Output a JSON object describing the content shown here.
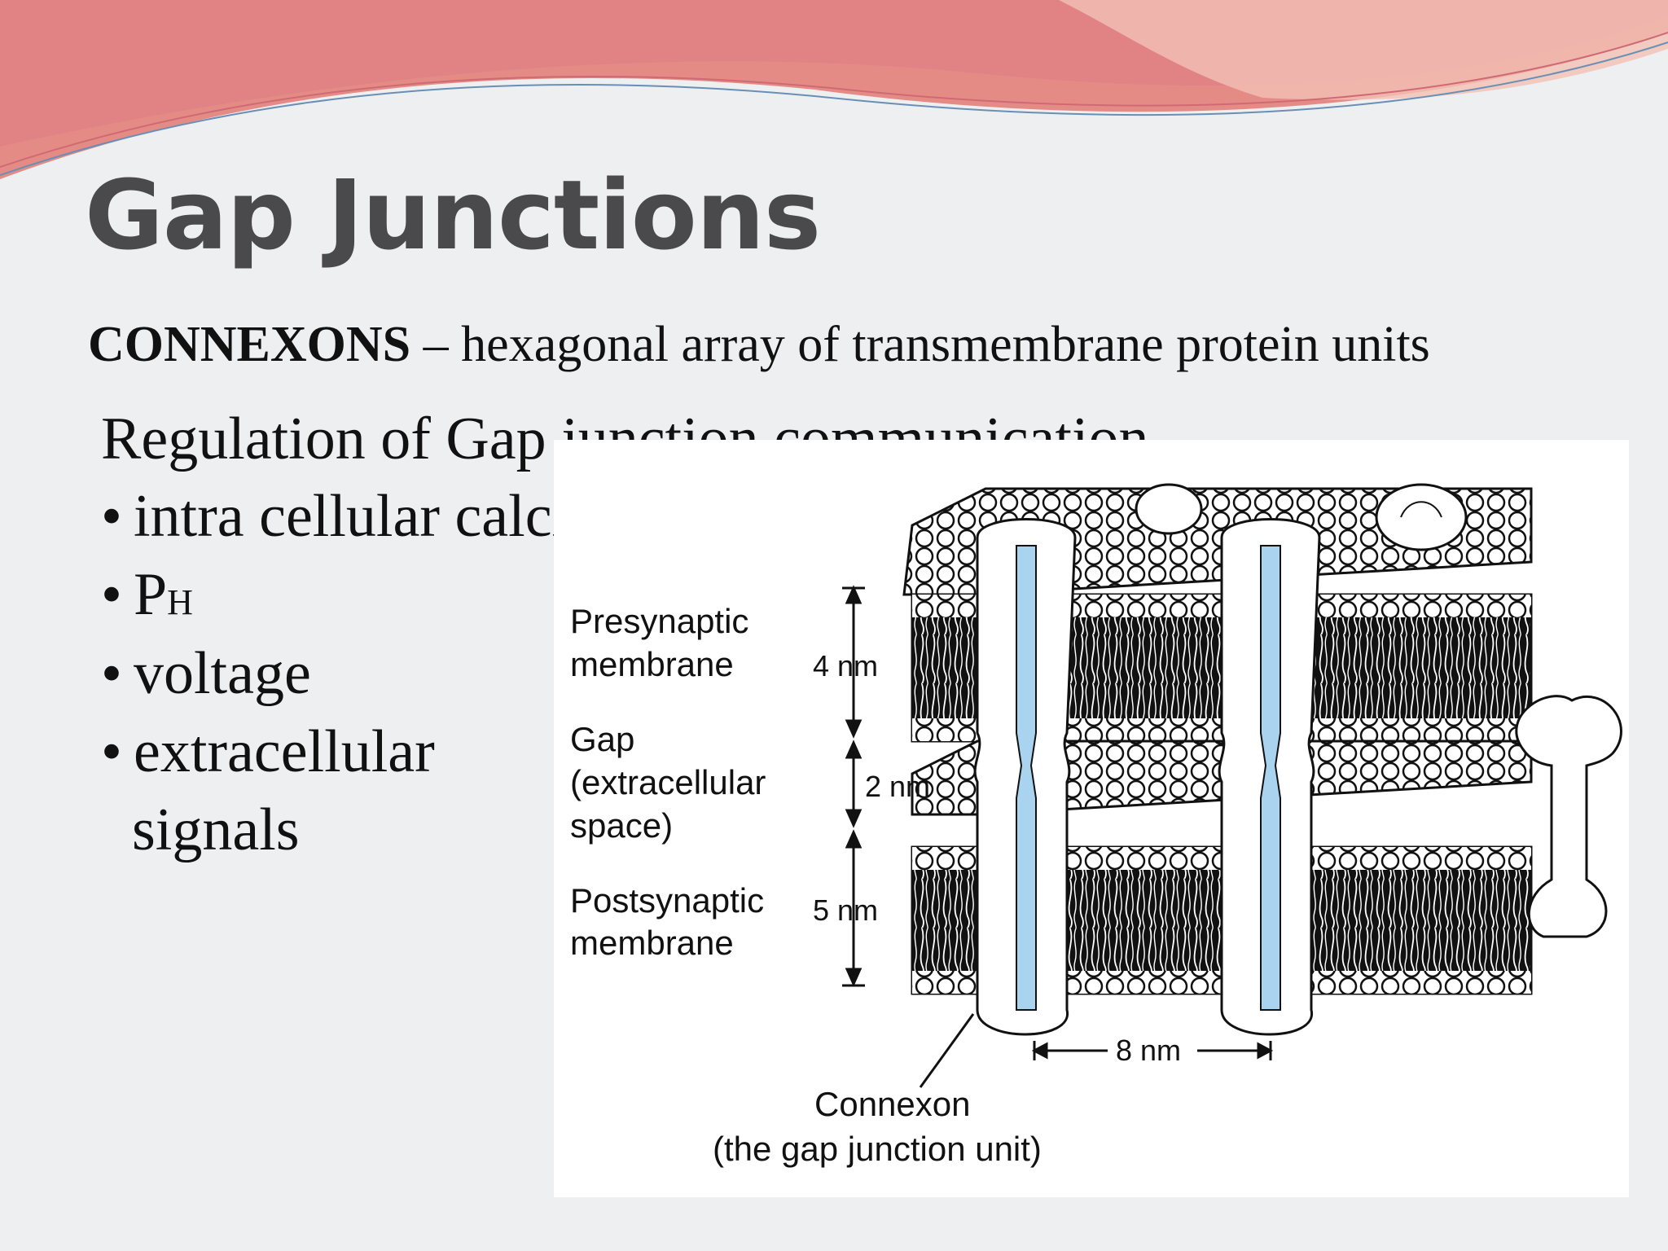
{
  "slide": {
    "title": "Gap Junctions",
    "subtitle": {
      "term": "CONNEXONS",
      "definition": " – hexagonal array of transmembrane protein units"
    },
    "regulation_heading": "Regulation of Gap junction communication",
    "bullets": [
      {
        "bullet": "•",
        "text": "intra cellular calcium"
      },
      {
        "bullet": "•",
        "text_main": "P",
        "text_sub": "H"
      },
      {
        "bullet": "•",
        "text": "voltage"
      },
      {
        "bullet": "•",
        "text": "extracellular"
      }
    ],
    "bullet_continuation": "signals",
    "colors": {
      "background": "#eeeff1",
      "title": "#4a4a4c",
      "header_swoosh": "#e58b86",
      "channel": "#a9d3ee"
    }
  },
  "figure": {
    "labels": {
      "presynaptic_line1": "Presynaptic",
      "presynaptic_line2": "membrane",
      "gap_line1": "Gap",
      "gap_line2": "(extracellular",
      "gap_line3": "space)",
      "postsynaptic_line1": "Postsynaptic",
      "postsynaptic_line2": "membrane",
      "connexon_line1": "Connexon",
      "connexon_line2": "(the gap junction unit)"
    },
    "measurements": {
      "presynaptic": "4 nm",
      "gap": "2 nm",
      "postsynaptic": "5 nm",
      "spacing": "8 nm"
    }
  }
}
